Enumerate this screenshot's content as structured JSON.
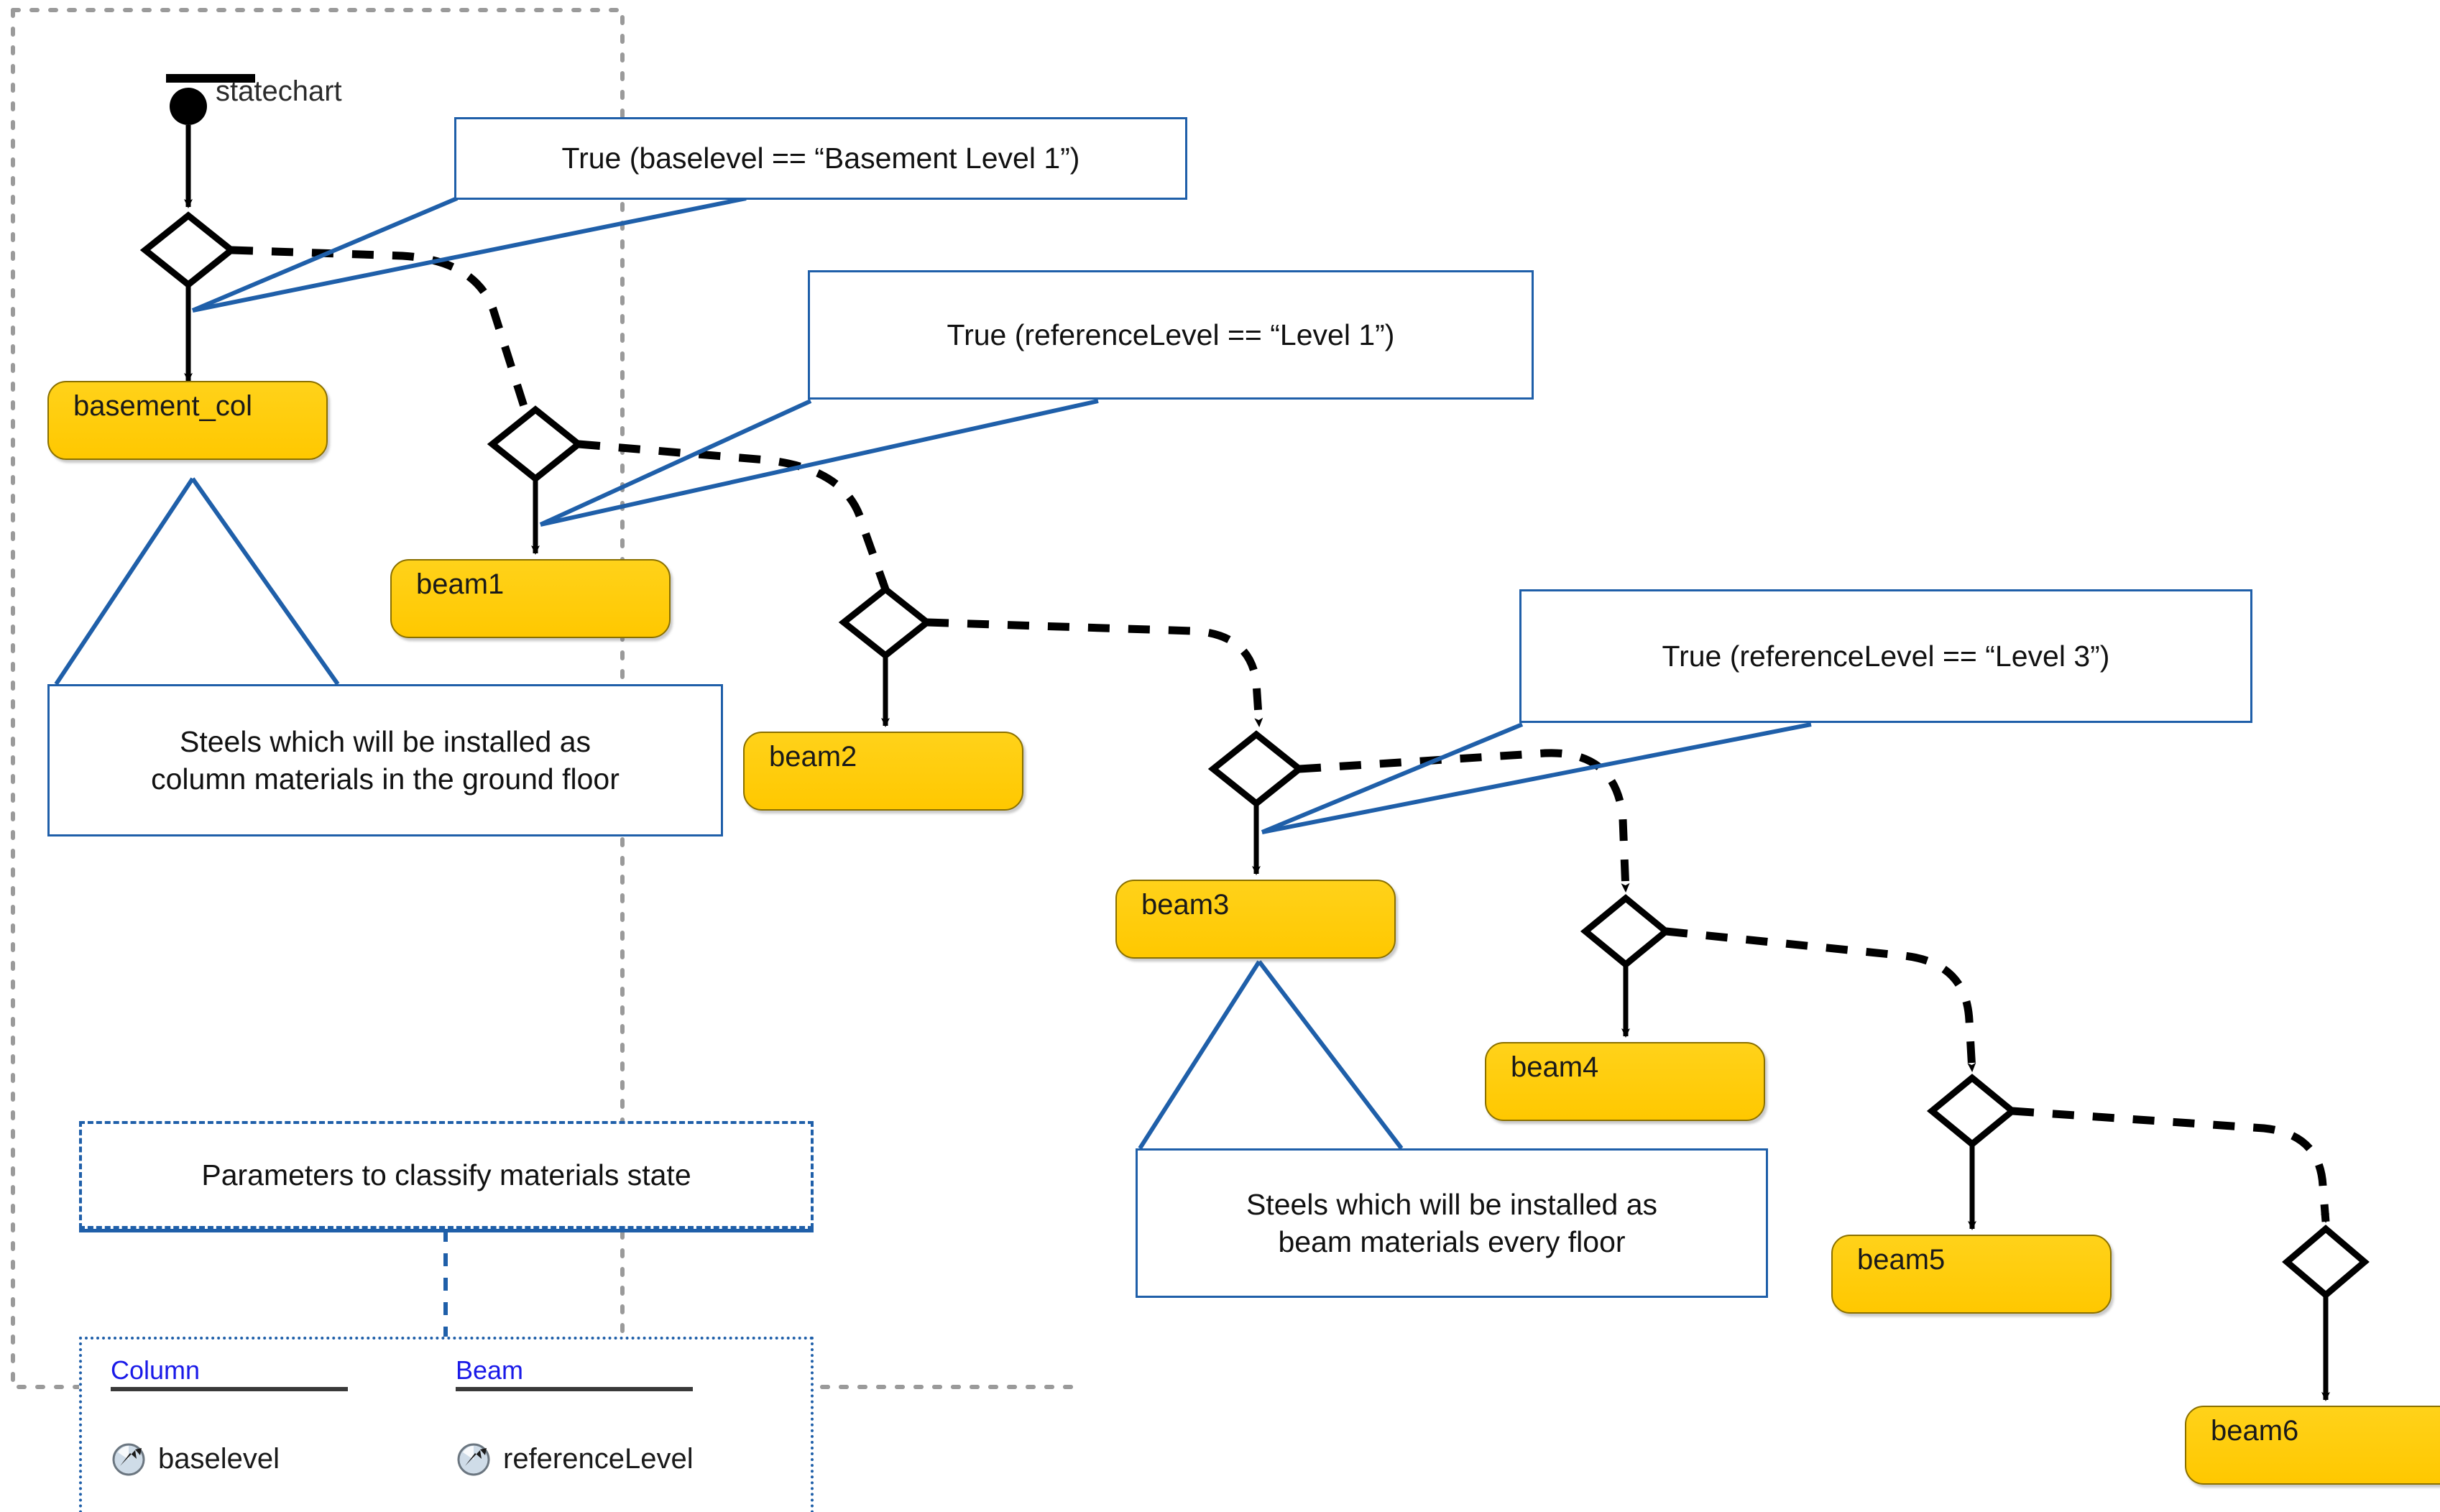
{
  "diagram": {
    "kind": "uml-statechart",
    "start": {
      "label": "statechart"
    },
    "colors": {
      "state_fill": "#FFCC00",
      "state_border": "#8A7000",
      "callout_border": "#1F5FA9",
      "container_border": "#9A9A9A",
      "legend_heading": "#1A1AE8",
      "transition": "#000000"
    },
    "states": [
      {
        "id": "basement_col",
        "label": "basement_col"
      },
      {
        "id": "beam1",
        "label": "beam1"
      },
      {
        "id": "beam2",
        "label": "beam2"
      },
      {
        "id": "beam3",
        "label": "beam3"
      },
      {
        "id": "beam4",
        "label": "beam4"
      },
      {
        "id": "beam5",
        "label": "beam5"
      },
      {
        "id": "beam6",
        "label": "beam6"
      }
    ],
    "guards": [
      {
        "id": "guard1",
        "text": "True (baselevel == “Basement Level 1”)"
      },
      {
        "id": "guard2",
        "text": "True (referenceLevel == “Level 1”)"
      },
      {
        "id": "guard3",
        "text": "True (referenceLevel == “Level 3”)"
      }
    ],
    "annotations": [
      {
        "id": "note_column",
        "text": "Steels which will be installed as\ncolumn materials in the ground floor"
      },
      {
        "id": "note_beam",
        "text": "Steels which will be installed as\nbeam materials every floor"
      }
    ],
    "legend": {
      "title": "Parameters to classify materials state",
      "columns": [
        {
          "heading": "Column",
          "items": [
            {
              "icon": "parameter-icon",
              "label": "baselevel"
            }
          ]
        },
        {
          "heading": "Beam",
          "items": [
            {
              "icon": "parameter-icon",
              "label": "referenceLevel"
            }
          ]
        }
      ]
    }
  }
}
